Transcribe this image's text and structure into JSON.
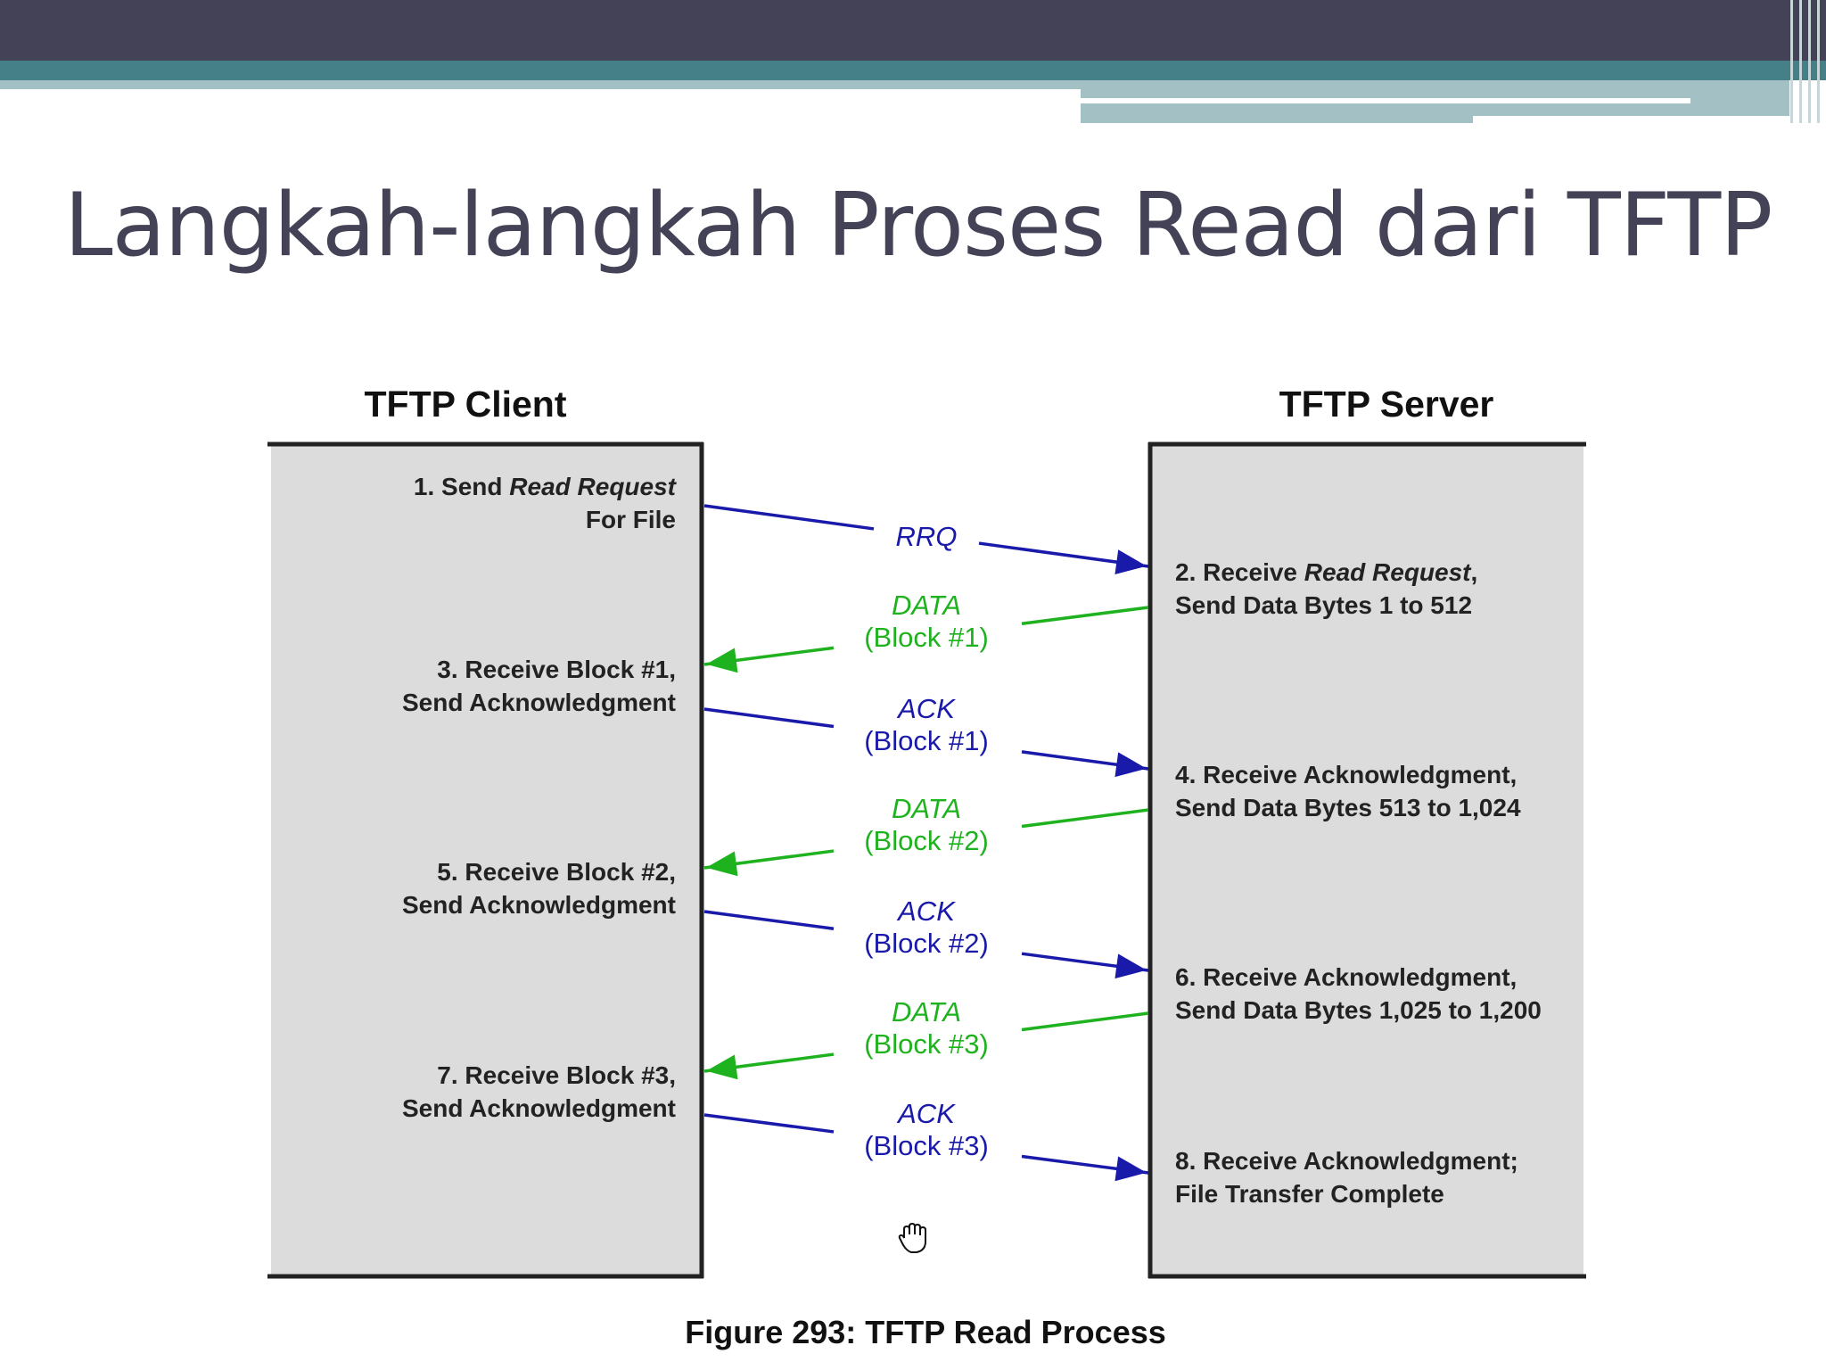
{
  "slide": {
    "title": "Langkah-langkah Proses Read dari TFTP"
  },
  "diagram": {
    "client_label": "TFTP Client",
    "server_label": "TFTP Server",
    "caption": "Figure 293: TFTP Read Process",
    "colors": {
      "request": "#1a1aaa",
      "data": "#1fb21f",
      "box_fill": "#dcdcdc"
    },
    "client_steps": [
      {
        "lines": [
          [
            "1. Send ",
            "Read Request"
          ],
          [
            "For File"
          ]
        ]
      },
      {
        "lines": [
          [
            "3. Receive Block #1,"
          ],
          [
            "Send Acknowledgment"
          ]
        ]
      },
      {
        "lines": [
          [
            "5. Receive Block #2,"
          ],
          [
            "Send Acknowledgment"
          ]
        ]
      },
      {
        "lines": [
          [
            "7. Receive Block #3,"
          ],
          [
            "Send Acknowledgment"
          ]
        ]
      }
    ],
    "server_steps": [
      {
        "lines": [
          [
            "2. Receive ",
            "Read Request",
            ","
          ],
          [
            "Send Data Bytes 1 to 512"
          ]
        ]
      },
      {
        "lines": [
          [
            "4. Receive Acknowledgment,"
          ],
          [
            "Send Data Bytes 513 to 1,024"
          ]
        ]
      },
      {
        "lines": [
          [
            "6. Receive Acknowledgment,"
          ],
          [
            "Send Data Bytes 1,025 to 1,200"
          ]
        ]
      },
      {
        "lines": [
          [
            "8. Receive Acknowledgment;"
          ],
          [
            "File Transfer Complete"
          ]
        ]
      }
    ],
    "messages": [
      {
        "kind": "request",
        "direction": "to-server",
        "label": "RRQ",
        "sublabel": ""
      },
      {
        "kind": "data",
        "direction": "to-client",
        "label": "DATA",
        "sublabel": "(Block #1)"
      },
      {
        "kind": "request",
        "direction": "to-server",
        "label": "ACK",
        "sublabel": "(Block #1)"
      },
      {
        "kind": "data",
        "direction": "to-client",
        "label": "DATA",
        "sublabel": "(Block #2)"
      },
      {
        "kind": "request",
        "direction": "to-server",
        "label": "ACK",
        "sublabel": "(Block #2)"
      },
      {
        "kind": "data",
        "direction": "to-client",
        "label": "DATA",
        "sublabel": "(Block #3)"
      },
      {
        "kind": "request",
        "direction": "to-server",
        "label": "ACK",
        "sublabel": "(Block #3)"
      }
    ],
    "cursor_icon": "hand-cursor-icon"
  }
}
